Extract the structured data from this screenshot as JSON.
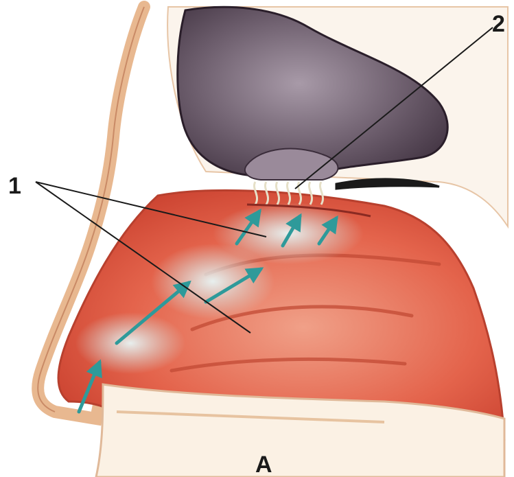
{
  "figure": {
    "labels": {
      "label_1": "1",
      "label_2": "2",
      "panel_letter": "A"
    }
  }
}
